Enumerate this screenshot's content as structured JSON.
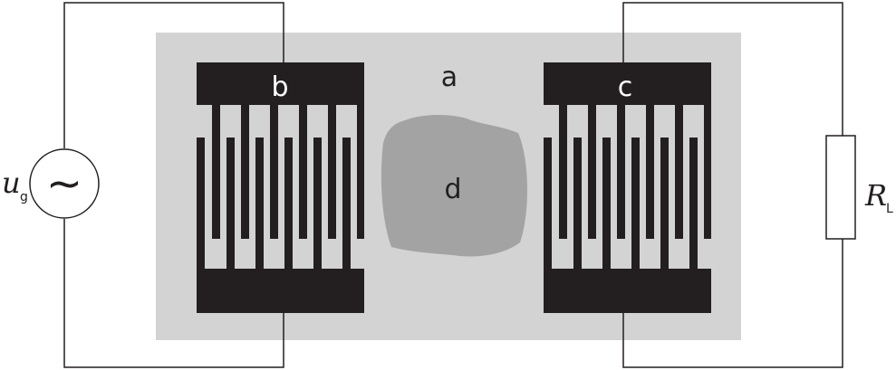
{
  "labels": {
    "substrate": "a",
    "input_transducer": "b",
    "output_transducer": "c",
    "sample": "d"
  },
  "source": {
    "symbol": "u",
    "subscript": "g",
    "glyph": "~"
  },
  "load": {
    "symbol": "R",
    "subscript": "L"
  },
  "colors": {
    "substrate": "#d3d3d3",
    "electrode": "#231f20",
    "sample": "#a3a3a3",
    "wire": "#231f20",
    "text_on_dark": "#ffffff",
    "text_on_light": "#231f20"
  }
}
